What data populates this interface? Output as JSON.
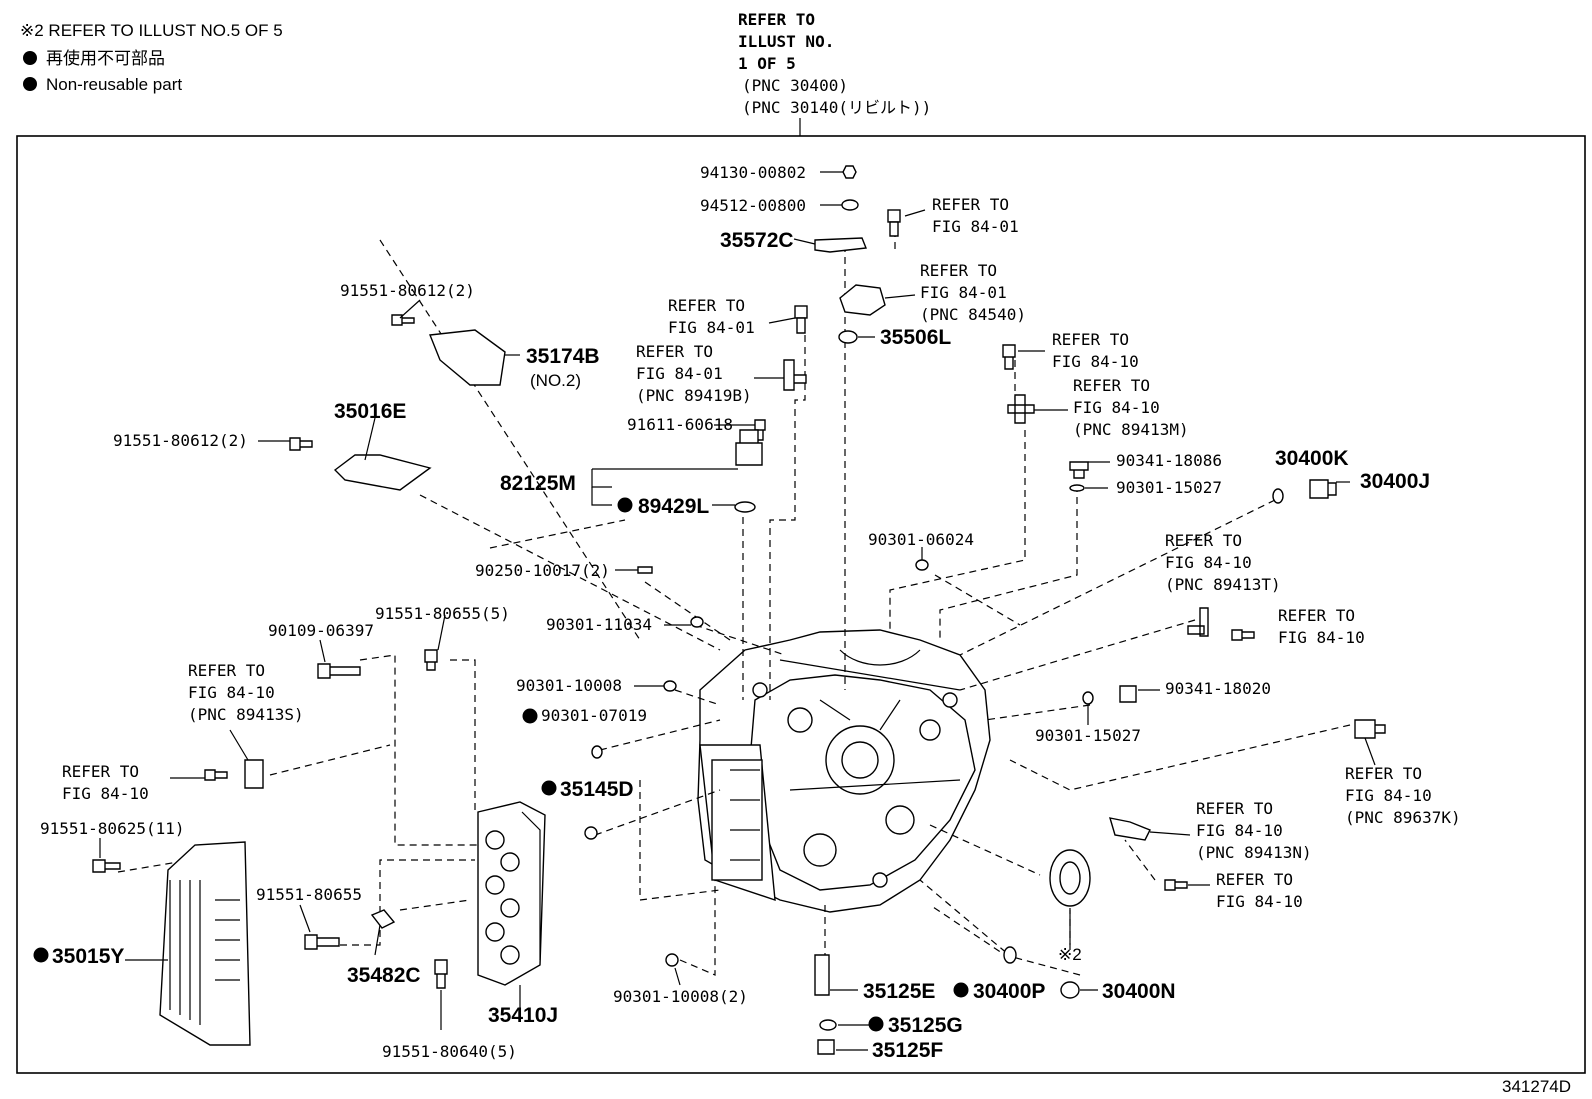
{
  "legend": {
    "note_refer": "※2 REFER TO ILLUST NO.5 OF 5",
    "non_reusable_jp": "再使用不可部品",
    "non_reusable_en": "Non-reusable part"
  },
  "top_reference": {
    "line1": "REFER TO",
    "line2": "ILLUST NO.",
    "line3": "1 OF 5",
    "line4": "(PNC 30400)",
    "line5": "(PNC 30140(リビルト))"
  },
  "diagram_id": "341274D",
  "callouts": {
    "p9413000802": "94130-00802",
    "p9451200800": "94512-00800",
    "p35572c": "35572C",
    "r_fig8401_a1": "REFER TO",
    "r_fig8401_a2": "FIG 84-01",
    "r_pnc84540_1": "REFER TO",
    "r_pnc84540_2": "FIG 84-01",
    "r_pnc84540_3": "(PNC 84540)",
    "p35506l": "35506L",
    "p9155180612a": "91551-80612(2)",
    "p35174b": "35174B",
    "p35174b_no2": "(NO.2)",
    "r_fig8401_b1": "REFER TO",
    "r_fig8401_b2": "FIG 84-01",
    "r_pnc89419b_1": "REFER TO",
    "r_pnc89419b_2": "FIG 84-01",
    "r_pnc89419b_3": "(PNC 89419B)",
    "p9161160618": "91611-60618",
    "r_fig8410_a1": "REFER TO",
    "r_fig8410_a2": "FIG 84-10",
    "r_pnc89413m_1": "REFER TO",
    "r_pnc89413m_2": "FIG 84-10",
    "r_pnc89413m_3": "(PNC 89413M)",
    "p35016e": "35016E",
    "p9155180612b": "91551-80612(2)",
    "p82125m": "82125M",
    "p89429l": "89429L",
    "p9034118086": "90341-18086",
    "p30400k": "30400K",
    "p30400j": "30400J",
    "p9030115027a": "90301-15027",
    "p9030106024": "90301-06024",
    "p9025010017": "90250-10017(2)",
    "r_pnc89413t_1": "REFER TO",
    "r_pnc89413t_2": "FIG 84-10",
    "r_pnc89413t_3": "(PNC 89413T)",
    "r_fig8410_b1": "REFER TO",
    "r_fig8410_b2": "FIG 84-10",
    "p9030111034": "90301-11034",
    "p9155180655a": "91551-80655(5)",
    "p9010906397": "90109-06397",
    "p9030110008a": "90301-10008",
    "p9034118020": "90341-18020",
    "r_pnc89413s_1": "REFER TO",
    "r_pnc89413s_2": "FIG 84-10",
    "r_pnc89413s_3": "(PNC 89413S)",
    "p9030107019": "90301-07019",
    "p9030115027b": "90301-15027",
    "r_pnc89637k_1": "REFER TO",
    "r_pnc89637k_2": "FIG 84-10",
    "r_pnc89637k_3": "(PNC 89637K)",
    "r_fig8410_c1": "REFER TO",
    "r_fig8410_c2": "FIG 84-10",
    "p35145d": "35145D",
    "r_pnc89413n_1": "REFER TO",
    "r_pnc89413n_2": "FIG 84-10",
    "r_pnc89413n_3": "(PNC 89413N)",
    "p9155180625": "91551-80625(11)",
    "r_fig8410_d1": "REFER TO",
    "r_fig8410_d2": "FIG 84-10",
    "p9155180655b": "91551-80655",
    "p35015y": "35015Y",
    "p35482c": "35482C",
    "p9030110008b": "90301-10008(2)",
    "p35125e": "35125E",
    "p30400p": "30400P",
    "p30400n": "30400N",
    "note2": "※2",
    "p35410j": "35410J",
    "p35125g": "35125G",
    "p35125f": "35125F",
    "p9155180640": "91551-80640(5)"
  }
}
